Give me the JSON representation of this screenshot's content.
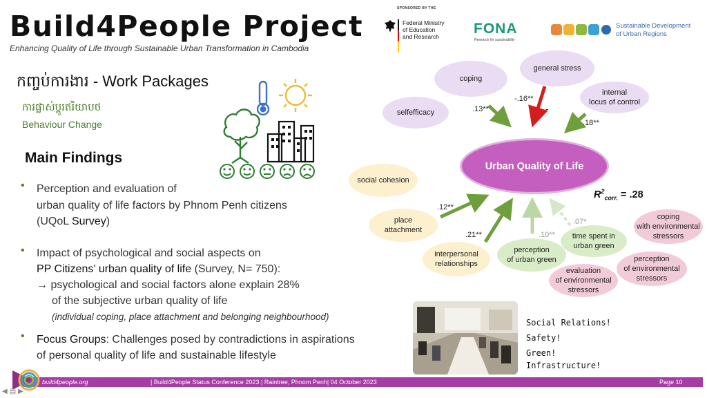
{
  "header": {
    "title": "Build4People Project",
    "subtitle": "Enhancing Quality of Life through Sustainable Urban Transformation in Cambodia"
  },
  "sponsors": {
    "caption": "SPONSORED BY THE",
    "bmbf_line1": "Federal Ministry",
    "bmbf_line2": "of Education",
    "bmbf_line3": "and Research",
    "fona": "FONA",
    "fona_sub": "Research for sustainability",
    "sure_line1": "Sustainable Development",
    "sure_line2": "of Urban Regions"
  },
  "section": {
    "title": "កញ្ចប់ការងារ - Work Packages",
    "khmer_sub": "ការផ្លាស់ប្តូរឥរិយាបថ",
    "sub": "Behaviour Change"
  },
  "findings": {
    "heading": "Main Findings",
    "b1_l1": "Perception and evaluation of",
    "b1_l2": "urban quality of life factors by Phnom Penh citizens",
    "b1_l3a": "(UQoL ",
    "b1_l3b": "Survey",
    "b1_l3c": ")",
    "b2_l1": "Impact of psychological and social aspects on",
    "b2_l2a": "PP Citizens’ urban quality of life",
    "b2_l2b": " (Survey, N= 750):",
    "b2_l3": "→ psychological and social factors alone explain 28%",
    "b2_l4": "of the subjective  urban quality of life",
    "b2_l5": "(individual coping, place attachment and belonging neighbourhood)",
    "b3_l1a": "Focus Groups",
    "b3_l1b": ": Challenges posed by contradictions in aspirations",
    "b3_l2": "of personal quality of life and sustainable lifestyle"
  },
  "diagram": {
    "center": "Urban Quality of Life",
    "coping": "coping",
    "general_stress": "general stress",
    "internal_1": "internal",
    "internal_2": "locus of control",
    "selfefficacy": "selfefficacy",
    "social_cohesion": "social cohesion",
    "place_1": "place",
    "place_2": "attachment",
    "inter_1": "interpersonal",
    "inter_2": "relationships",
    "perc_green_1": "perception",
    "perc_green_2": "of urban green",
    "time_1": "time spent in",
    "time_2": "urban green",
    "eval_1": "evaluation",
    "eval_2": "of environmental",
    "eval_3": "stressors",
    "coping_env_1": "coping",
    "coping_env_2": "with environmental",
    "coping_env_3": "stressors",
    "perc_env_1": "perception",
    "perc_env_2": "of environmental",
    "perc_env_3": "stressors",
    "coef_coping": ".13**",
    "coef_stress": "-.16**",
    "coef_minus": "-",
    "coef_internal": ".18**",
    "coef_place": ".12**",
    "coef_inter": ".21**",
    "coef_perc_green": ".10**",
    "coef_time": ".07*",
    "r2_label": "R",
    "r2_sup": "2",
    "r2_sub": "corr.",
    "r2_value": " = .28"
  },
  "focus": {
    "l1": "Social Relations!",
    "l2": "Safety!",
    "l3": "Green!",
    "l4": "Infrastructure!"
  },
  "footer": {
    "site": "build4people.org",
    "event": "| Build4People Status Conference 2023 | Raintree, Phnom Penh| 04 October 2023",
    "page": "Page 10"
  },
  "colors": {
    "accent_purple": "#a63ca5",
    "green": "#6f9e3c",
    "red": "#d41e1e"
  }
}
